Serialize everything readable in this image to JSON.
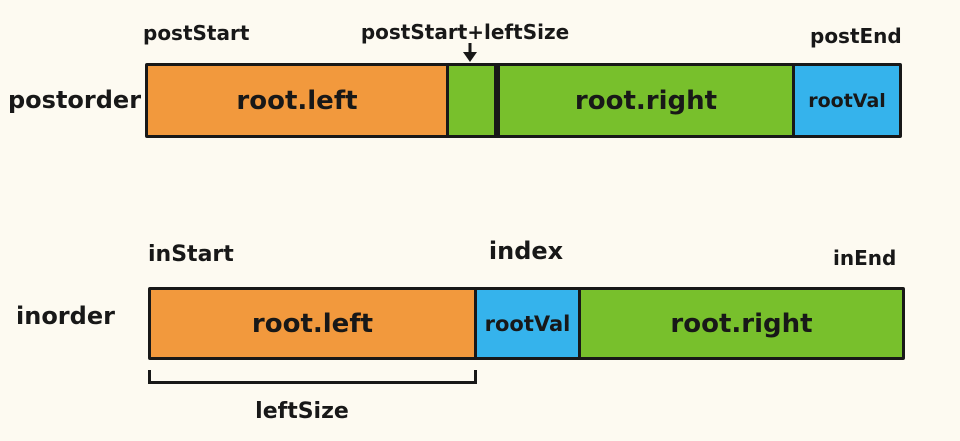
{
  "colors": {
    "background": "#fdfaf1",
    "orange": "#f2993d",
    "green": "#78c02c",
    "blue": "#35b3ec",
    "outline": "#181818"
  },
  "postorder": {
    "row_label": "postorder",
    "pointer_labels": {
      "start": "postStart",
      "mid": "postStart+leftSize",
      "end": "postEnd"
    },
    "segments": [
      {
        "name": "root-left",
        "label": "root.left",
        "color": "orange"
      },
      {
        "name": "left-gap",
        "label": "",
        "color": "green"
      },
      {
        "name": "root-right",
        "label": "root.right",
        "color": "green"
      },
      {
        "name": "root-val",
        "label": "rootVal",
        "color": "blue"
      }
    ]
  },
  "inorder": {
    "row_label": "inorder",
    "pointer_labels": {
      "start": "inStart",
      "mid": "index",
      "end": "inEnd"
    },
    "segments": [
      {
        "name": "root-left",
        "label": "root.left",
        "color": "orange"
      },
      {
        "name": "root-val",
        "label": "rootVal",
        "color": "blue"
      },
      {
        "name": "root-right",
        "label": "root.right",
        "color": "green"
      }
    ],
    "bracket_label": "leftSize"
  }
}
